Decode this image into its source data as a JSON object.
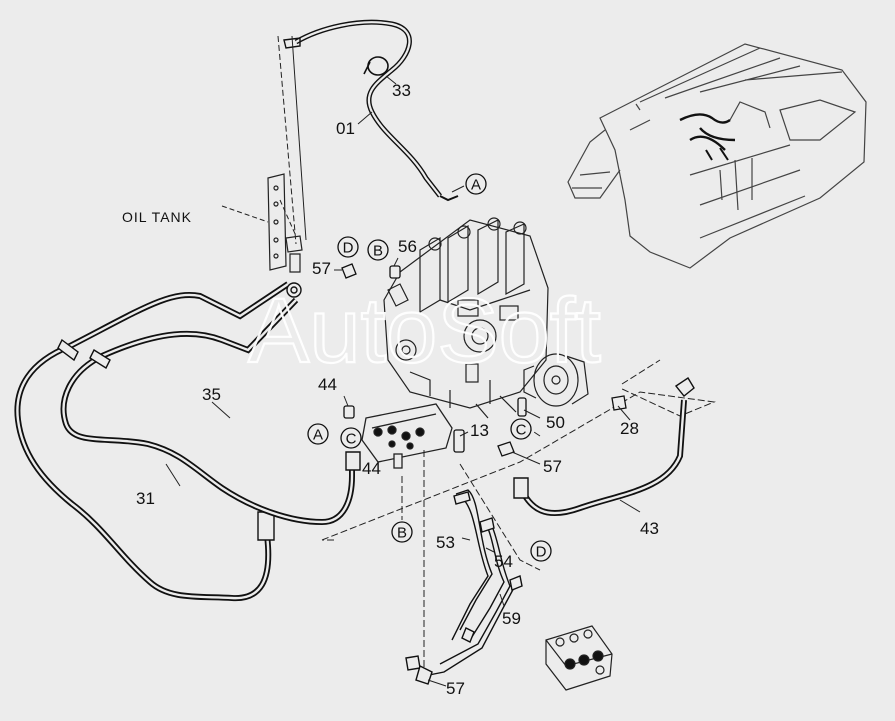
{
  "labels": {
    "oil_tank": "OIL TANK",
    "p01": "01",
    "p13": "13",
    "p28": "28",
    "p31": "31",
    "p33": "33",
    "p35": "35",
    "p43": "43",
    "p44a": "44",
    "p44b": "44",
    "p50": "50",
    "p53": "53",
    "p54": "54",
    "p56": "56",
    "p57a": "57",
    "p57b": "57",
    "p57c": "57",
    "p59": "59"
  },
  "connectors": {
    "a_top": "A",
    "a_left": "A",
    "b_top": "B",
    "b_bottom": "B",
    "c_left": "C",
    "c_right": "C",
    "d_top": "D",
    "d_bottom": "D"
  },
  "watermark": "AutoSoft",
  "colors": {
    "background": "#ececec",
    "line": "#1a1a1a",
    "machine": "#444444",
    "watermark": "#ffffff"
  }
}
